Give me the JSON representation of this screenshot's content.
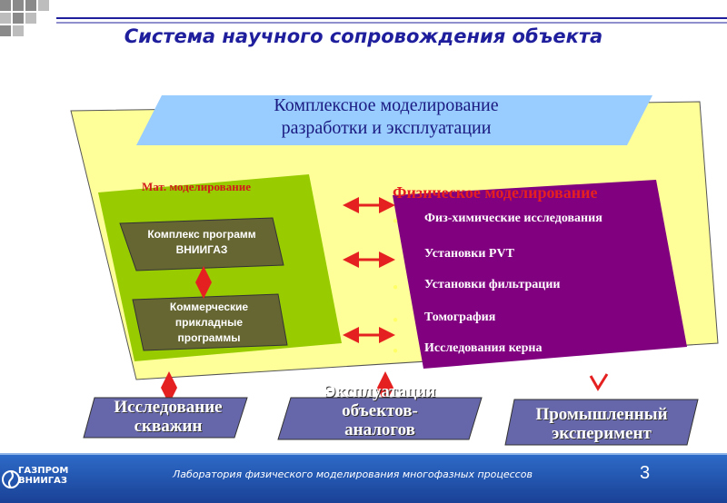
{
  "title": "Система научного сопровождения объекта",
  "band": {
    "line1": "Комплексное моделирование",
    "line2": "разработки и эксплуатации"
  },
  "math_modeling": {
    "label": "Мат. моделирование",
    "box1": {
      "line1": "Комплекс программ",
      "line2": "ВНИИГАЗ"
    },
    "box2": {
      "line1": "Коммерческие",
      "line2": "прикладные",
      "line3": "программы"
    }
  },
  "physical_modeling": {
    "label": "Физическое моделирование",
    "items": [
      "Физ-химические исследования",
      "Установки PVT",
      "Установки фильтрации",
      "Томография",
      "Исследования керна"
    ]
  },
  "bottom_boxes": [
    {
      "line1": "Исследование",
      "line2": "скважин"
    },
    {
      "line1": "Эксплуатация",
      "line2": "объектов-",
      "line3": "аналогов"
    },
    {
      "line1": "Промышленный",
      "line2": "эксперимент"
    }
  ],
  "footer": {
    "text": "Лаборатория физического моделирования многофазных процессов",
    "page_number": "3",
    "logo_line1": "ГАЗПРОМ",
    "logo_line2": "ВНИИГАЗ"
  },
  "colors": {
    "title": "#1f1f9e",
    "yellow_panel": "#ffff99",
    "band": "#99ccff",
    "green_panel": "#99cc00",
    "olive_box": "#666633",
    "purple_panel": "#800080",
    "gray_box": "#6666aa",
    "arrow": "#e52020",
    "footer": "#1a4fa0"
  },
  "icons": [
    "double-arrow-icon",
    "bullet-icon",
    "check-arrow-icon",
    "gazprom-logo-icon"
  ]
}
